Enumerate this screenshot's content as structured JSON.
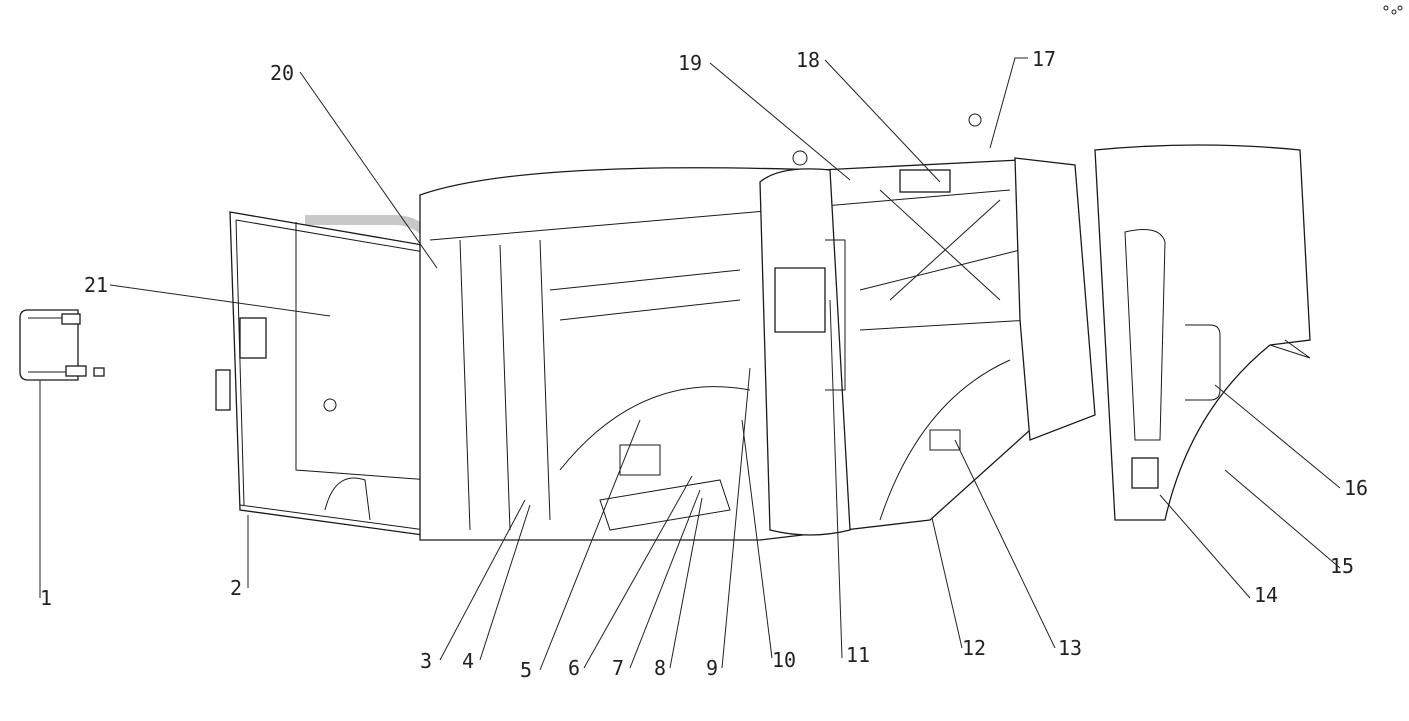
{
  "watermark": {
    "trademark": "TM"
  },
  "callouts": [
    {
      "id": "1",
      "label": "1"
    },
    {
      "id": "2",
      "label": "2"
    },
    {
      "id": "3",
      "label": "3"
    },
    {
      "id": "4",
      "label": "4"
    },
    {
      "id": "5",
      "label": "5"
    },
    {
      "id": "6",
      "label": "6"
    },
    {
      "id": "7",
      "label": "7"
    },
    {
      "id": "8",
      "label": "8"
    },
    {
      "id": "9",
      "label": "9"
    },
    {
      "id": "10",
      "label": "10"
    },
    {
      "id": "11",
      "label": "11"
    },
    {
      "id": "12",
      "label": "12"
    },
    {
      "id": "13",
      "label": "13"
    },
    {
      "id": "14",
      "label": "14"
    },
    {
      "id": "15",
      "label": "15"
    },
    {
      "id": "16",
      "label": "16"
    },
    {
      "id": "17",
      "label": "17"
    },
    {
      "id": "18",
      "label": "18"
    },
    {
      "id": "19",
      "label": "19"
    },
    {
      "id": "20",
      "label": "20"
    },
    {
      "id": "21",
      "label": "21"
    }
  ]
}
